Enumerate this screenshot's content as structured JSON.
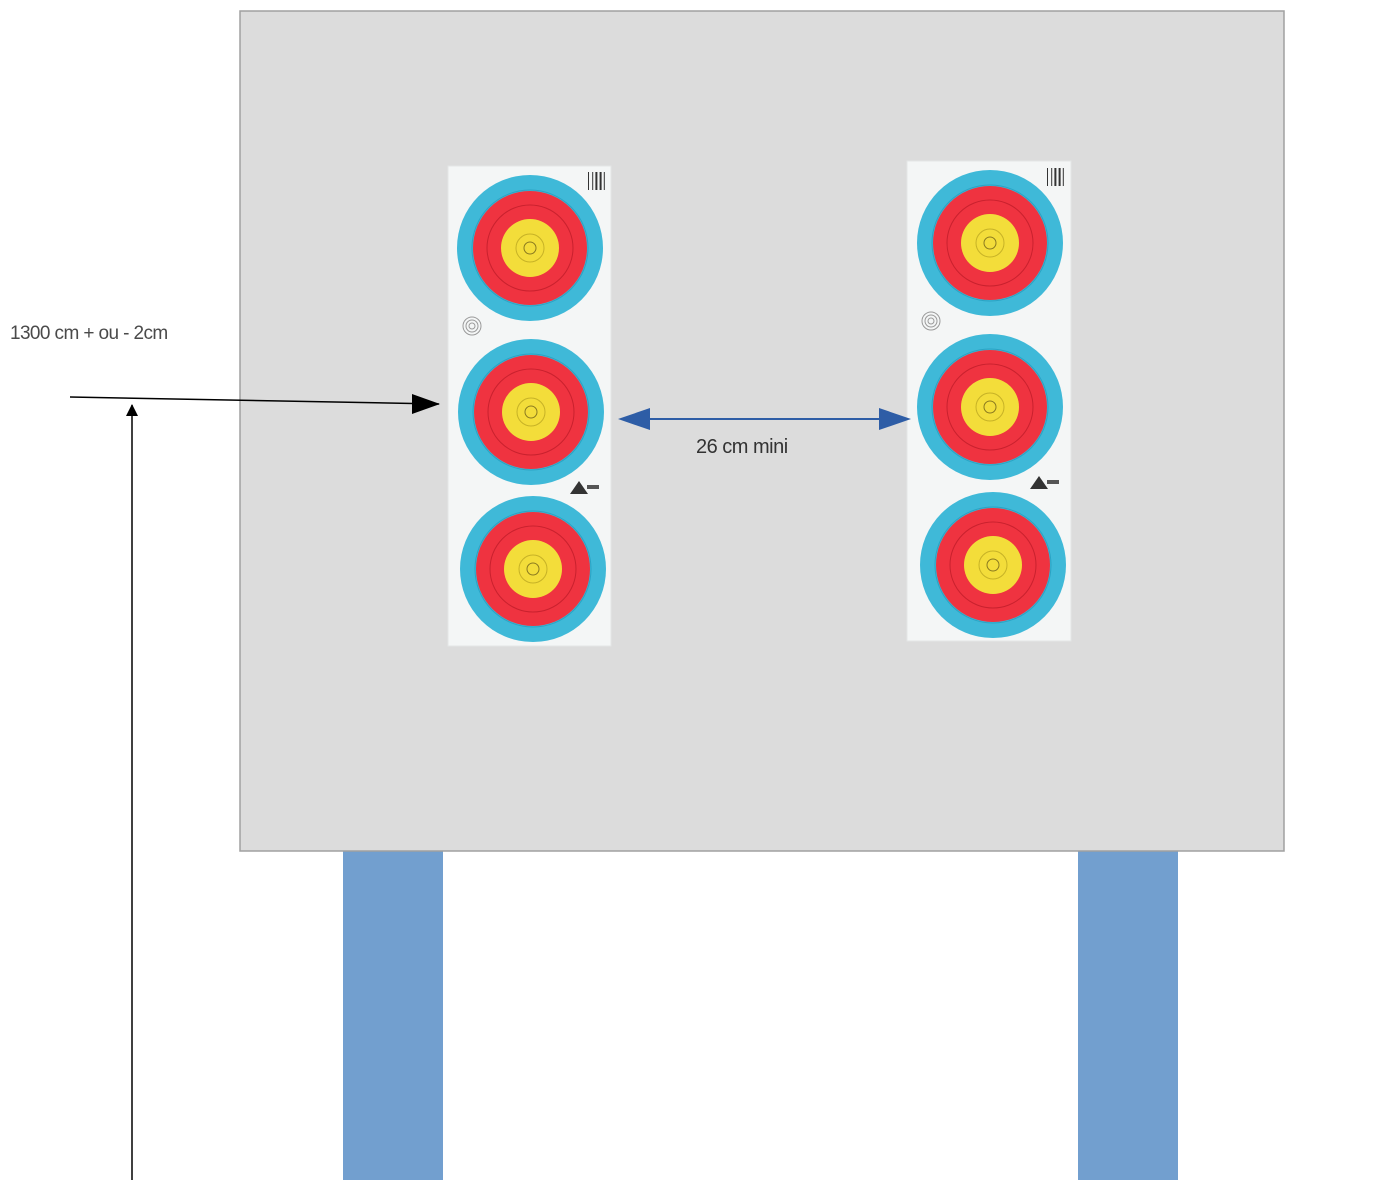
{
  "annotations": {
    "height": "1300 cm + ou - 2cm",
    "spacing": "26 cm mini"
  },
  "colors": {
    "board_fill": "#dcdcdc",
    "board_stroke": "#a0a0a0",
    "legs": "#729fcf",
    "target_paper": "#f4f6f6",
    "ring_blue": "#3fb9d8",
    "ring_red": "#ef3340",
    "ring_gold": "#f3dd3a",
    "spacing_arrow": "#2e5da6",
    "height_arrow": "#000000"
  },
  "target_faces": {
    "columns": 2,
    "rings_per_column": 3,
    "ring_order": [
      "blue",
      "red",
      "gold"
    ]
  },
  "icons": [
    "barcode-icon",
    "fita-logo-icon",
    "manufacturer-logo-icon"
  ]
}
